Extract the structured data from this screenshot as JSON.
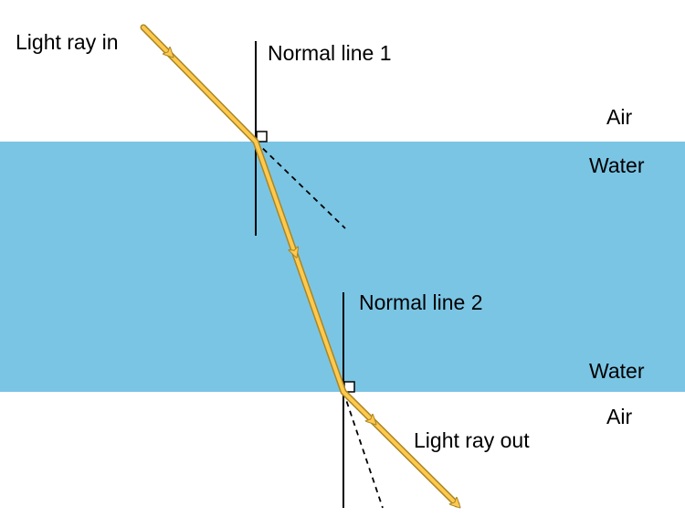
{
  "diagram": {
    "labels": {
      "ray_in": "Light ray in",
      "normal_1": "Normal line 1",
      "normal_2": "Normal line 2",
      "ray_out": "Light ray out",
      "air_top": "Air",
      "water_top": "Water",
      "water_bottom": "Water",
      "air_bottom": "Air"
    },
    "colors": {
      "water": "#7bc5e4",
      "ray_fill": "#ffc94d",
      "ray_outline": "#a98625",
      "line": "#000000"
    }
  }
}
